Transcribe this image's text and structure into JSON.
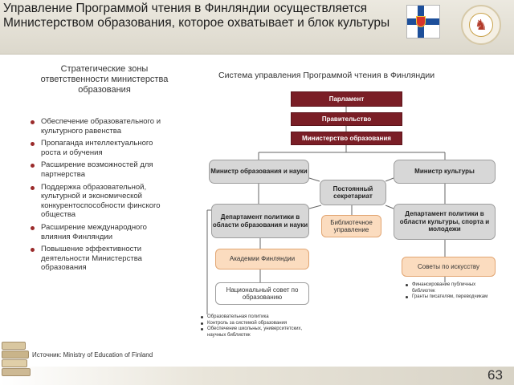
{
  "header": {
    "title": "Управление Программой чтения в Финляндии осуществляется Министерством образования, которое охватывает и блок культуры"
  },
  "left": {
    "heading": "Стратегические зоны ответственности министерства образования",
    "bullets": [
      "Обеспечение образовательного и культурного равенства",
      "Пропаганда интеллектуального роста и обучения",
      "Расширение возможностей для партнерства",
      "Поддержка образовательной, культурной и экономической конкурентоспособности финского общества",
      "Расширение международного влияния Финляндии",
      "Повышение эффективности деятельности Министерства образования"
    ],
    "source": "Источник: Ministry of Education of Finland"
  },
  "diagram": {
    "title": "Система управления Программой чтения в Финляндии",
    "parliament": "Парламент",
    "government": "Правительство",
    "ministry": "Министерство образования",
    "minister_education": "Министр образования и науки",
    "minister_culture": "Министр культуры",
    "secretariat": "Постоянный секретариат",
    "dept_education": "Департамент политики в области образования и науки",
    "library_admin": "Библиотечное управление",
    "dept_culture": "Департамент политики в области культуры, спорта и молодежи",
    "academy": "Академии Финляндии",
    "national_council": "Национальный совет по образованию",
    "arts_councils": "Советы по искусству",
    "culture_list": [
      "Финансирование публичных библиотек",
      "Гранты писателям, переводчикам"
    ],
    "education_list": [
      "Образовательная политика",
      "Контроль за системой образования",
      "Обеспечение школьных, университетских, научных библиотек"
    ]
  },
  "footer": {
    "page_number": "63"
  },
  "colors": {
    "dark_box": "#7a1e26",
    "gray_box": "#d7d7d7",
    "orange_box": "#fbdcbf",
    "bullet": "#9a2a2a"
  },
  "icons": {
    "flag": "finland-flag-icon",
    "emblem": "ministry-emblem-icon",
    "books": "books-icon"
  }
}
